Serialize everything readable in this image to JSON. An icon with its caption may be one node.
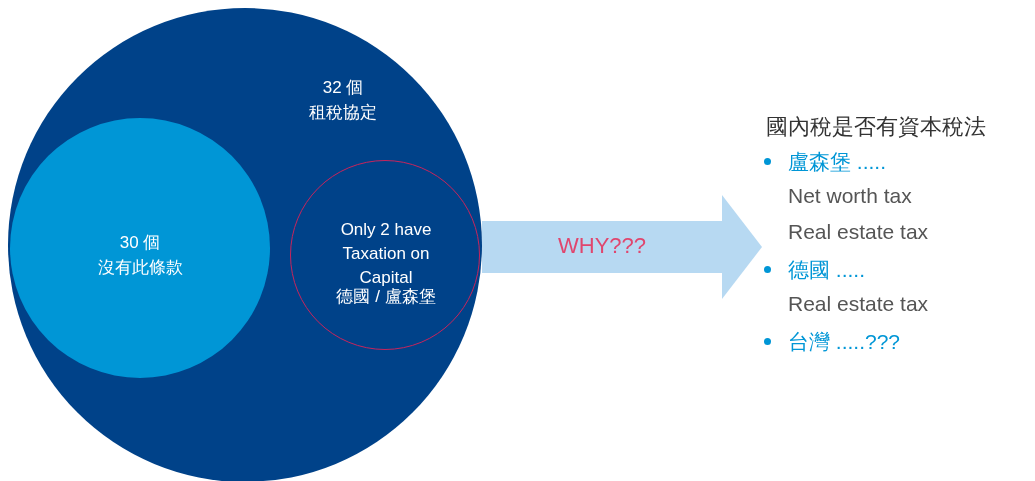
{
  "diagram": {
    "nodes": [
      {
        "text": [
          "32 個",
          "租稅協定"
        ]
      },
      {
        "text": [
          "30 個",
          "沒有此條款"
        ],
        "in": 0
      },
      {
        "text": [
          "Only 2 have Taxation on Capital",
          "德國 / 盧森堡"
        ],
        "in": 0
      },
      {
        "text": [
          "國內稅是否有資本稅法",
          "盧森堡 .....",
          "Net worth tax",
          "Real estate tax",
          "德國 .....",
          "Real estate tax",
          "台灣 .....???"
        ]
      }
    ],
    "edges": [
      {
        "from": 0,
        "to": 3,
        "arrow": "to",
        "label": "WHY???"
      }
    ]
  }
}
